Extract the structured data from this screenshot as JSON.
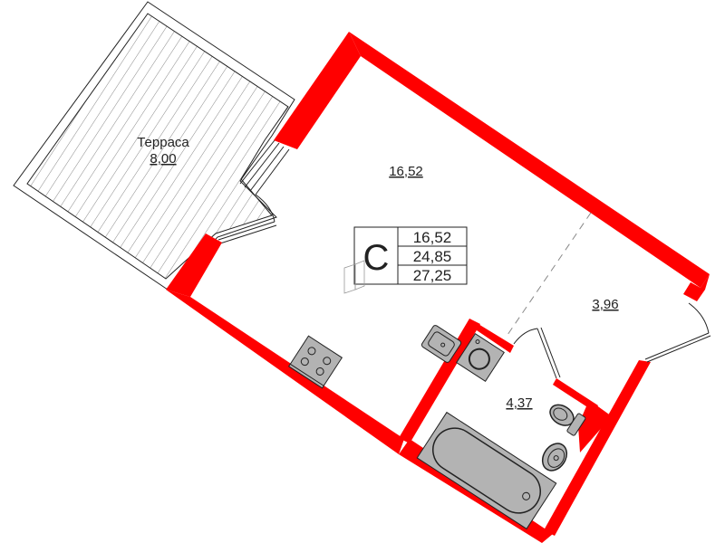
{
  "plan": {
    "type": "Studio apartment floor plan",
    "wall_color": "#ff0000",
    "fixture_color": "#b3b3b3",
    "rooms": [
      {
        "id": "terrace",
        "name": "Терраса",
        "area": "8,00"
      },
      {
        "id": "living",
        "area": "16,52"
      },
      {
        "id": "hall",
        "area": "3,96"
      },
      {
        "id": "bathroom",
        "area": "4,37"
      }
    ],
    "summary": {
      "type_letter": "С",
      "living_area": "16,52",
      "total_area": "24,85",
      "total_with_terrace": "27,25"
    },
    "fixtures": [
      "stove",
      "sink",
      "washing-machine",
      "bathtub",
      "toilet",
      "washbasin"
    ]
  }
}
